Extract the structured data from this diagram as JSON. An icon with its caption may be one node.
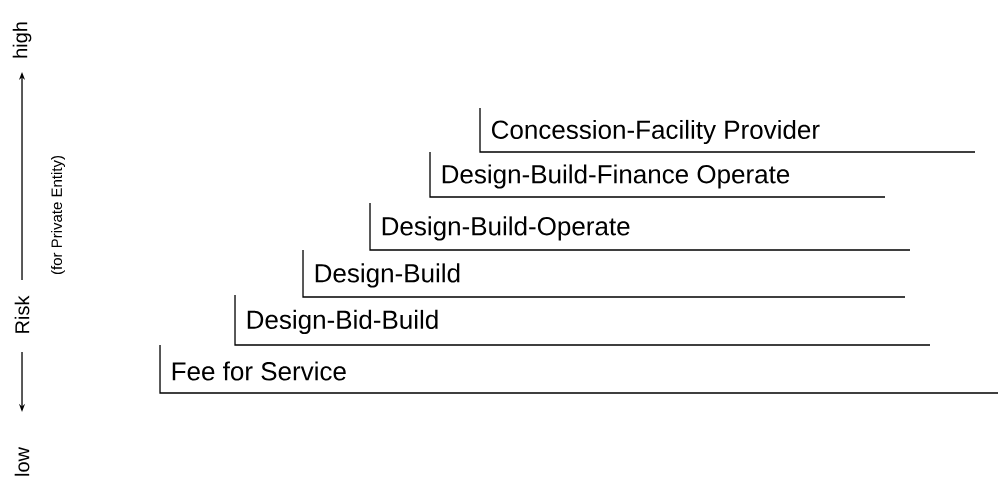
{
  "diagram": {
    "nodes": [
      {
        "text": [
          "Concession-Facility Provider"
        ]
      },
      {
        "text": [
          "Design-Build-Finance Operate"
        ]
      },
      {
        "text": [
          "Design-Build-Operate"
        ]
      },
      {
        "text": [
          "Design-Build"
        ]
      },
      {
        "text": [
          "Design-Bid-Build"
        ]
      },
      {
        "text": [
          "Fee for Service"
        ]
      }
    ],
    "labels": [
      "high",
      "Risk",
      "(for Private Entity)",
      "low"
    ]
  }
}
